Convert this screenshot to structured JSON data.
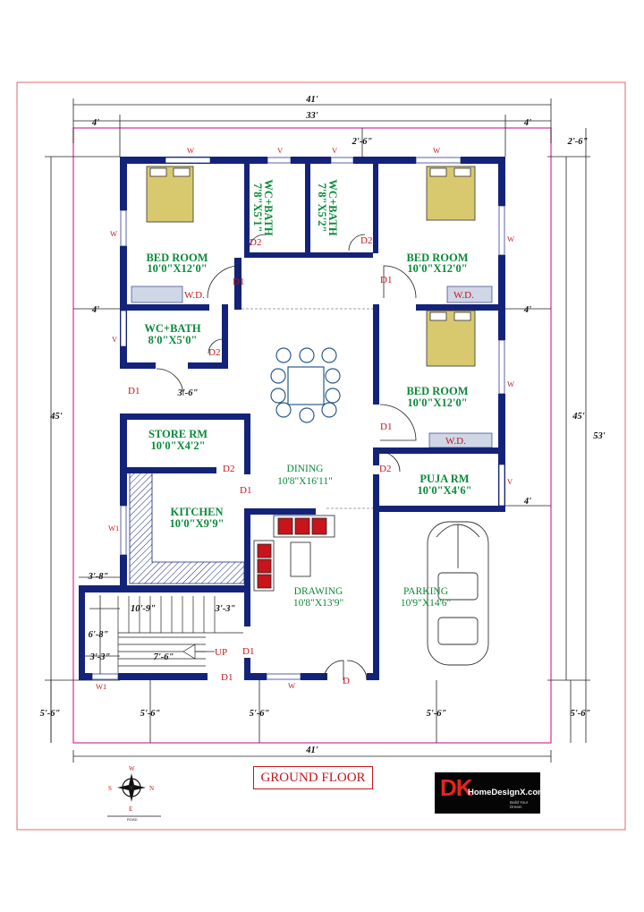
{
  "floor_title": "GROUND FLOOR",
  "dimensions": {
    "top_overall": "41'",
    "top_inner": "33'",
    "top_left_setback": "4'",
    "top_right_setback": "4'",
    "front_gap": "2'-6\"",
    "right_gap": "2'-6\"",
    "side_4_left": "4'",
    "side_4_right": "4'",
    "left_height": "45'",
    "right_height": "45'",
    "right_total": "53'",
    "passage": "3'-6\"",
    "puja_offset": "4'",
    "stair_3_8": "3'-8\"",
    "stair_10_9": "10'-9\"",
    "stair_3_3": "3'-3\"",
    "stair_6_8": "6'-8\"",
    "stair_3_3b": "3'-3\"",
    "stair_7_6": "7'-6\"",
    "bottom_left": "5'-6\"",
    "bottom_1": "5'-6\"",
    "bottom_2": "5'-6\"",
    "bottom_3": "5'-6\"",
    "bottom_right": "5'-6\"",
    "bottom_overall": "41'"
  },
  "rooms": {
    "bed1_name": "BED ROOM",
    "bed1_size": "10'0\"X12'0\"",
    "wc1_name": "WC+BATH",
    "wc1_size": "7'8\"X5'1\"",
    "wc2_name": "WC+BATH",
    "wc2_size": "7'8\"X5'2\"",
    "bed2_name": "BED ROOM",
    "bed2_size": "10'0\"X12'0\"",
    "wc3_name": "WC+BATH",
    "wc3_size": "8'0\"X5'0\"",
    "bed3_name": "BED ROOM",
    "bed3_size": "10'0\"X12'0\"",
    "store_name": "STORE RM",
    "store_size": "10'0\"X4'2\"",
    "dining_name": "DINING",
    "dining_size": "10'8\"X16'11\"",
    "puja_name": "PUJA RM",
    "puja_size": "10'0\"X4'6\"",
    "kitchen_name": "KITCHEN",
    "kitchen_size": "10'0\"X9'9\"",
    "drawing_name": "DRAWING",
    "drawing_size": "10'8\"X13'9\"",
    "parking_name": "PARKING",
    "parking_size": "10'9\"X14'6\""
  },
  "openings": {
    "wd1": "W.D.",
    "wd2": "W.D.",
    "wd3": "W.D.",
    "d1_a": "D1",
    "d1_b": "D1",
    "d1_c": "D1",
    "d1_d": "D1",
    "d1_e": "D1",
    "d1_f": "D1",
    "d2_a": "D2",
    "d2_b": "D2",
    "d2_c": "D2",
    "d2_d": "D2",
    "d2_e": "D2",
    "main_door": "D",
    "up": "UP",
    "w_a": "W",
    "w_b": "W",
    "w_c": "W",
    "w_d": "W",
    "w_e": "W",
    "w_f": "W",
    "v_a": "V",
    "v_b": "V",
    "v_c": "V",
    "v_d": "V",
    "w1_a": "W1",
    "w1_b": "W1"
  },
  "compass": {
    "n": "W",
    "s": "E",
    "w": "S",
    "e": "N",
    "road": "ROAD"
  },
  "logo": {
    "mark": "DK",
    "name": "HomeDesignX.com",
    "tag": "Build Your Dream"
  },
  "colors": {
    "wall": "#14237a",
    "border": "#e37aa0",
    "text": "#0b8a3a",
    "label": "#c4151c"
  }
}
